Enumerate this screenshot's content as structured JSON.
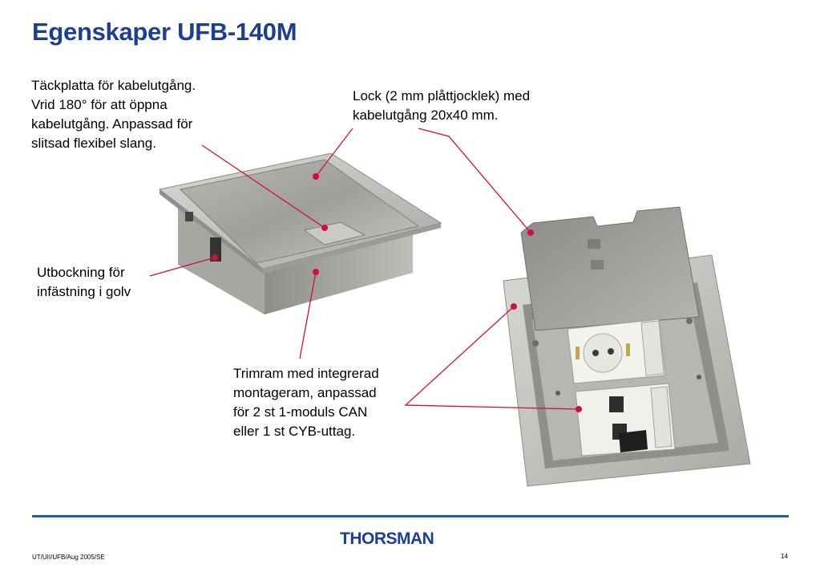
{
  "slide": {
    "title": "Egenskaper UFB-140M",
    "annotations": {
      "tackplatta": "Täckplatta för kabelutgång.\nVrid 180° för att öppna\nkabelutgång. Anpassad för\nslitsad flexibel slang.",
      "lock": "Lock (2 mm plåttjocklek) med\nkabelutgång 20x40 mm.",
      "utbockning": "Utbockning för\ninfästning i golv",
      "trimram": "Trimram med integrerad\nmontageram, anpassad\nför 2 st 1-moduls CAN\neller 1 st CYB-uttag."
    },
    "footer": "UT/UII/UFB/Aug 2005/SE",
    "page_number": "14",
    "logo_text": "THORSMAN"
  },
  "colors": {
    "title": "#1c3f94",
    "rule": "#1f5fb0",
    "pointer": "#d0103a",
    "logo": "#1c3f94"
  }
}
